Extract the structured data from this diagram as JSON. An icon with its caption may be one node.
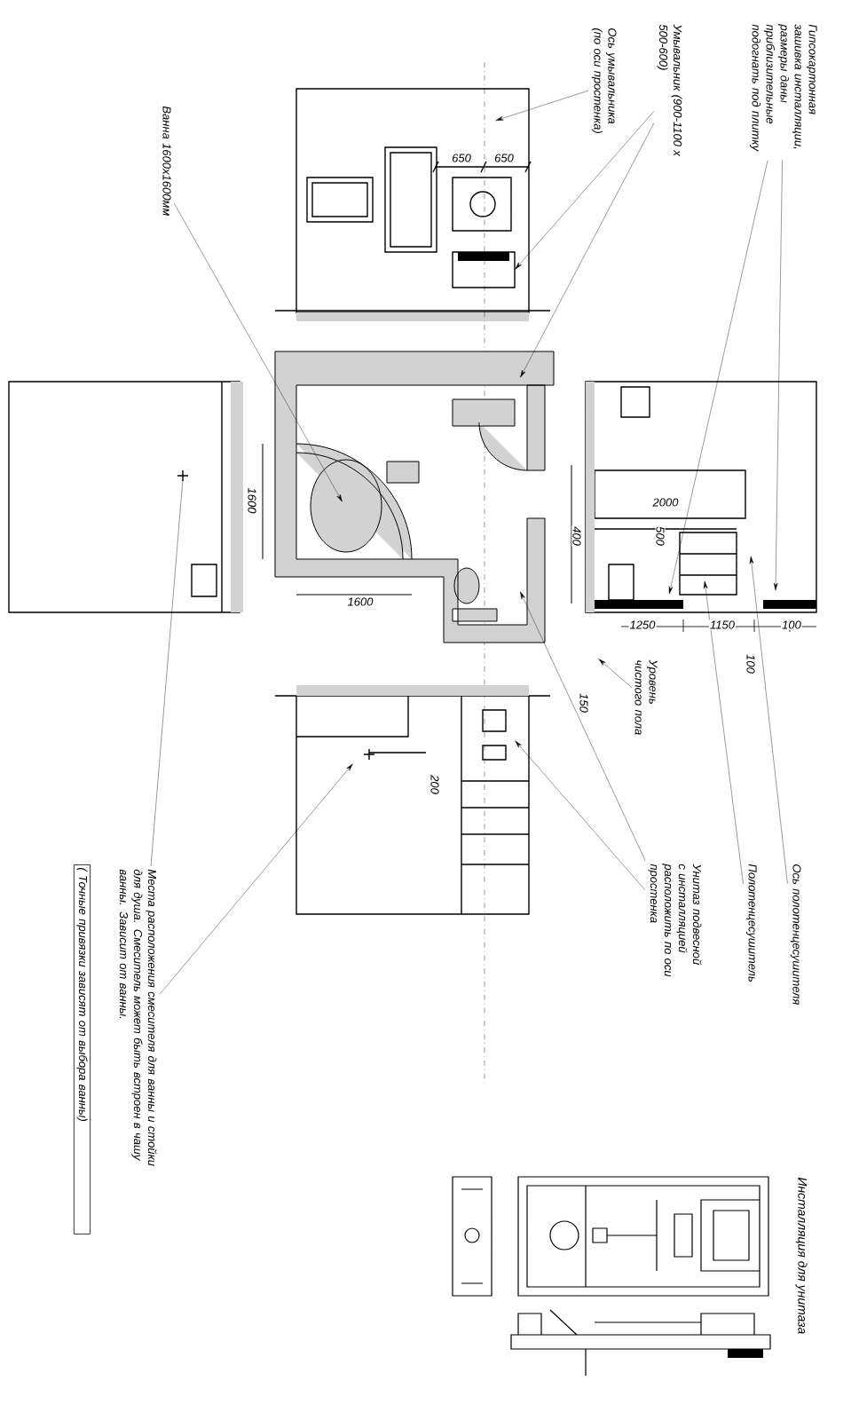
{
  "diagram": {
    "nodes": [
      {
        "text": [
          "Гипсокартонная зашивка инсталляции, размеры даны приблизительные подогнать под плитку"
        ]
      },
      {
        "text": [
          "Умывальник (900-1100 x 500-600)"
        ]
      },
      {
        "text": [
          "Ось умывальника (по оси простенка)"
        ]
      },
      {
        "text": [
          "Ванна 1600x1600мм"
        ]
      },
      {
        "text": [
          "Уровень чистого пола"
        ]
      },
      {
        "text": [
          "Унитаз подвесной с инсталляцией расположить по оси простенка"
        ]
      },
      {
        "text": [
          "Полотенцесушитель"
        ]
      },
      {
        "text": [
          "Ось полотенцесушителя"
        ]
      },
      {
        "text": [
          "Места расположения смесителя для ванны и стойки для душа. Смеситель может быть встроен в чашу ванны. Зависит от ванны."
        ]
      },
      {
        "text": [
          "( Точные привязки зависят от выбора ванны)"
        ]
      }
    ],
    "edges": [
      {
        "from": 0,
        "to": null,
        "arrow": "to"
      },
      {
        "from": 0,
        "to": null,
        "arrow": "to"
      },
      {
        "from": 1,
        "to": null,
        "arrow": "to"
      },
      {
        "from": 1,
        "to": null,
        "arrow": "to"
      },
      {
        "from": 2,
        "to": null,
        "arrow": "to"
      },
      {
        "from": 3,
        "to": null,
        "arrow": "to"
      },
      {
        "from": 4,
        "to": null,
        "arrow": "to"
      },
      {
        "from": 5,
        "to": null,
        "arrow": "to"
      },
      {
        "from": 5,
        "to": null,
        "arrow": "to"
      },
      {
        "from": 6,
        "to": null,
        "arrow": "to"
      },
      {
        "from": 7,
        "to": null,
        "arrow": "to"
      },
      {
        "from": 8,
        "to": null,
        "arrow": "to"
      },
      {
        "from": 8,
        "to": null,
        "arrow": "none"
      }
    ],
    "labels": [
      "650",
      "650",
      "1600",
      "1600",
      "400",
      "2000",
      "500",
      "1250",
      "1150",
      "100",
      "150",
      "100",
      "200",
      "Инсталляция для унитаза"
    ]
  }
}
